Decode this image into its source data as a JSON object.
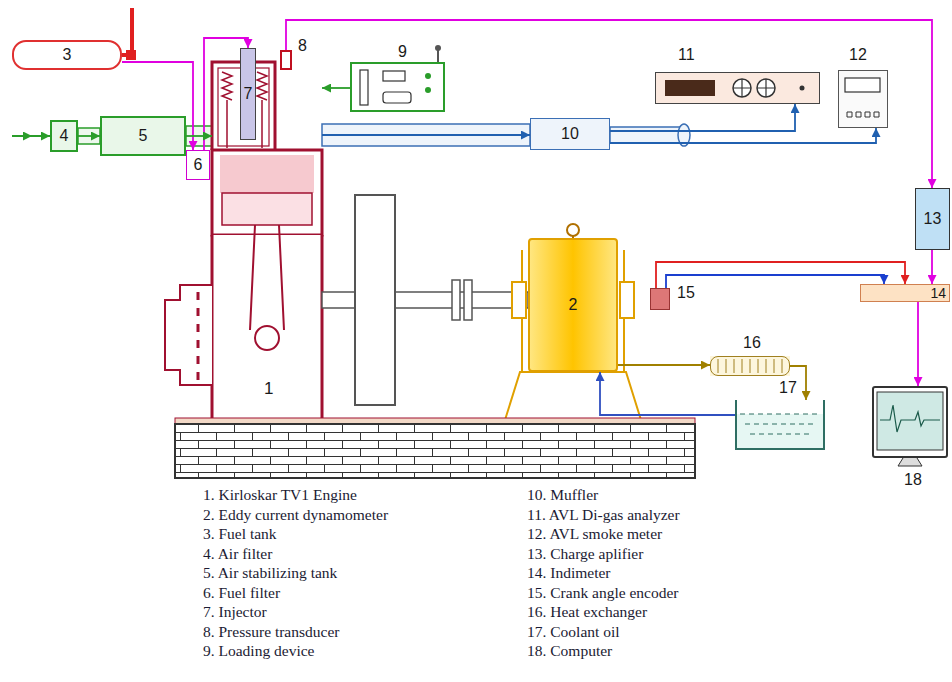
{
  "diagram": {
    "nodes": [
      {
        "text": [
          "3"
        ]
      },
      {
        "text": [
          "1"
        ]
      },
      {
        "text": [
          "7"
        ],
        "in": 1
      },
      {
        "text": [
          "8"
        ]
      },
      {
        "text": [
          "9"
        ]
      },
      {
        "text": [
          "11"
        ]
      },
      {
        "text": [
          "12"
        ]
      },
      {
        "text": [
          "4"
        ]
      },
      {
        "text": [
          "5"
        ]
      },
      {
        "text": [
          "6"
        ]
      },
      {
        "text": [
          "10"
        ]
      },
      {
        "text": [
          "13"
        ]
      },
      {
        "text": [
          "2"
        ]
      },
      {
        "text": [
          "15"
        ]
      },
      {
        "text": [
          "14"
        ]
      },
      {
        "text": [
          "16"
        ]
      },
      {
        "text": [
          "17"
        ]
      },
      {
        "text": [
          "18"
        ]
      }
    ],
    "edges": [
      {
        "from": 0,
        "to": 9,
        "arrow": "to"
      },
      {
        "from": 9,
        "to": 2,
        "arrow": "to"
      },
      {
        "from": 7,
        "to": 8,
        "arrow": "to"
      },
      {
        "from": 8,
        "to": 1,
        "arrow": "to"
      },
      {
        "from": 1,
        "to": 10,
        "arrow": "to"
      },
      {
        "from": 10,
        "to": 5,
        "arrow": "to"
      },
      {
        "from": 10,
        "to": 6,
        "arrow": "to"
      },
      {
        "from": 3,
        "to": 11,
        "arrow": "to"
      },
      {
        "from": 11,
        "to": 14,
        "arrow": "to"
      },
      {
        "from": 13,
        "to": 14,
        "arrow": "to"
      },
      {
        "from": 13,
        "to": 14,
        "arrow": "to"
      },
      {
        "from": 14,
        "to": 17,
        "arrow": "to"
      },
      {
        "from": 4,
        "to": 1,
        "arrow": "to"
      },
      {
        "from": 12,
        "to": 15,
        "arrow": "to"
      },
      {
        "from": 15,
        "to": 16,
        "arrow": "to"
      },
      {
        "from": 16,
        "to": 12,
        "arrow": "to"
      }
    ],
    "labels": [
      "1. Kirloskar TV1 Engine",
      "2. Eddy current dynamometer",
      "3. Fuel tank",
      "4. Air filter",
      "5. Air stabilizing tank",
      "6. Fuel filter",
      "7. Injector",
      "8. Pressure transducer",
      "9. Loading device",
      "10. Muffler",
      "11. AVL Di-gas analyzer",
      "12. AVL smoke meter",
      "13. Charge aplifier",
      "14. Indimeter",
      "15. Crank angle encoder",
      "16. Heat exchanger",
      "17. Coolant oil",
      "18. Computer"
    ]
  }
}
